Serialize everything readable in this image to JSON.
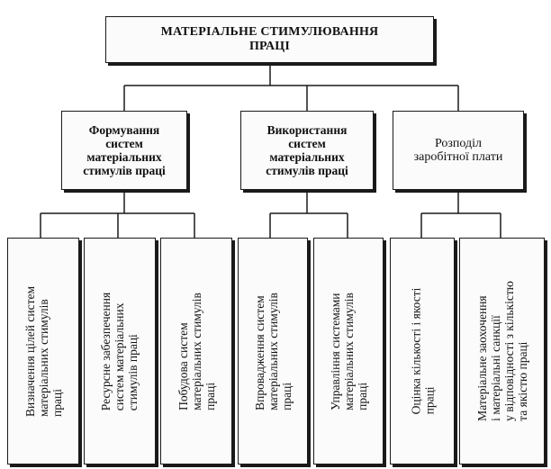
{
  "root": {
    "line1": "МАТЕРІАЛЬНЕ СТИМУЛЮВАННЯ",
    "line2": "ПРАЦІ"
  },
  "categories": [
    {
      "label": "Формування\nсистем\nматеріальних\nстимулів праці"
    },
    {
      "label": "Використання\nсистем\nматеріальних\nстимулів праці"
    },
    {
      "label": "Розподіл\nзаробітної плати"
    }
  ],
  "leaves": [
    {
      "label": "Визначення цілей систем\nматеріальних стимулів\nпраці"
    },
    {
      "label": "Ресурсне забезпечення\nсистем матеріальних\nстимулів праці"
    },
    {
      "label": "Побудова систем\nматеріальних стимулів\nпраці"
    },
    {
      "label": "Впровадження систем\nматеріальних стимулів\nпраці"
    },
    {
      "label": "Управління системами\nматеріальних стимулів\nпраці"
    },
    {
      "label": "Оцінка кількості і якості\nпраці"
    },
    {
      "label": "Матеріальне заохочення\nі матеріальні санкції\nу відповідності з кількістю\nта якістю праці"
    }
  ]
}
